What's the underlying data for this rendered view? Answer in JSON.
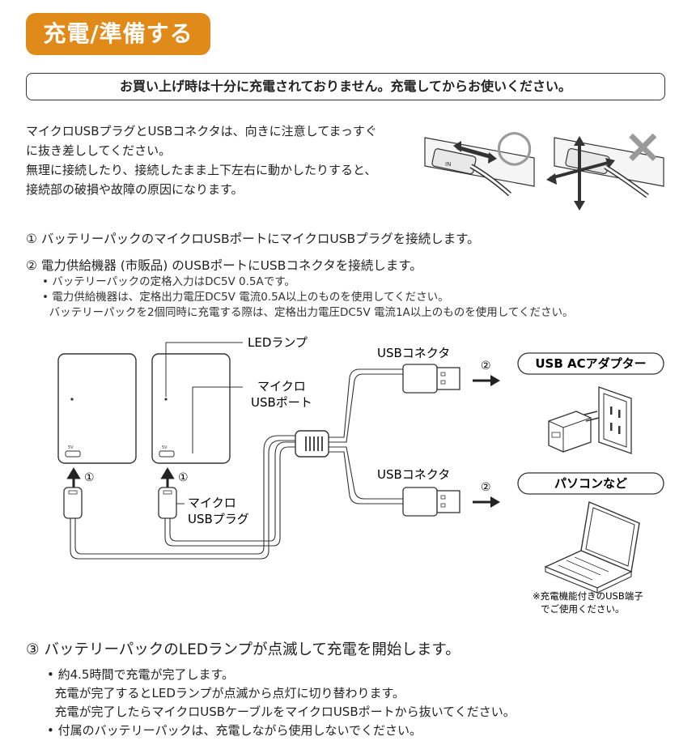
{
  "title": "充電/準備する",
  "notice": "お買い上げ時は十分に充電されておりません。充電してからお使いください。",
  "caution": {
    "lines": [
      "マイクロUSBプラグとUSBコネクタは、向きに注意してまっすぐ",
      "に抜き差ししてください。",
      "無理に接続したり、接続したまま上下左右に動かしたりすると、",
      "接続部の破損や故障の原因になります。"
    ],
    "ok_mark": "○",
    "ng_mark": "×",
    "plug_text": "IN"
  },
  "step1": "① バッテリーパックのマイクロUSBポートにマイクロUSBプラグを接続します。",
  "step2": {
    "text": "② 電力供給機器 (市販品) のUSBポートにUSBコネクタを接続します。",
    "bullets": [
      "• バッテリーパックの定格入力はDC5V 0.5Aです。",
      "• 電力供給機器は、定格出力電圧DC5V 電流0.5A以上のものを使用してください。",
      "  バッテリーパックを2個同時に充電する際は、定格出力電圧DC5V 電流1A以上のものを使用してください。"
    ]
  },
  "diagram": {
    "led_label": "LEDランプ",
    "micro_port_label_1": "マイクロ",
    "micro_port_label_2": "USBポート",
    "micro_plug_label_1": "マイクロ",
    "micro_plug_label_2": "USBプラグ",
    "connector_label_top": "USBコネクタ",
    "connector_label_bottom": "USBコネクタ",
    "step1_mark": "①",
    "step2_mark": "②",
    "adapter_label": "USB ACアダプター",
    "pc_label": "パソコンなど",
    "note_1": "※充電機能付きのUSB端子",
    "note_2": "でご使用ください。",
    "port_text": "5V"
  },
  "step3": {
    "text": "③ バッテリーパックのLEDランプが点滅して充電を開始します。",
    "bullets": [
      "• 約4.5時間で充電が完了します。",
      "  充電が完了するとLEDランプが点滅から点灯に切り替わります。",
      "  充電が完了したらマイクロUSBケーブルをマイクロUSBポートから抜いてください。",
      "• 付属のバッテリーパックは、充電しながら使用しないでください。"
    ]
  },
  "colors": {
    "accent": "#e08a1a",
    "ink": "#222222",
    "mark_gray": "#9a9a9a"
  }
}
